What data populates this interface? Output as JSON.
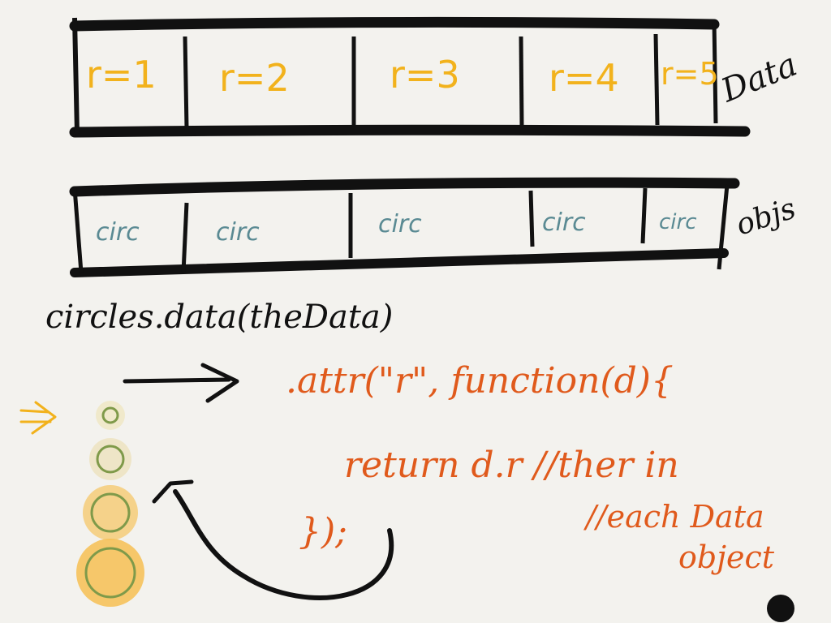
{
  "data_row": {
    "label": "Data",
    "cells": [
      "r=1",
      "r=2",
      "r=3",
      "r=4",
      "r=5"
    ]
  },
  "objs_row": {
    "label": "objs",
    "cells": [
      "circ",
      "circ",
      "circ",
      "circ",
      "circ"
    ]
  },
  "code": {
    "line1": "circles.data(theData)",
    "attr": ".attr(\"r\", function(d){",
    "ret": "return d.r //ther in",
    "close": "});",
    "comment1": "//each Data",
    "comment2": "object"
  },
  "colors": {
    "background": "#f3f2ee",
    "ink": "#111111",
    "data": "#f2b21c",
    "objs": "#5a8a93",
    "code": "#e05a1c",
    "circle_stroke": "#7f9a4a",
    "circle_fill": "#f6bf52"
  },
  "circles": {
    "radii": [
      1,
      2,
      3,
      4
    ]
  }
}
